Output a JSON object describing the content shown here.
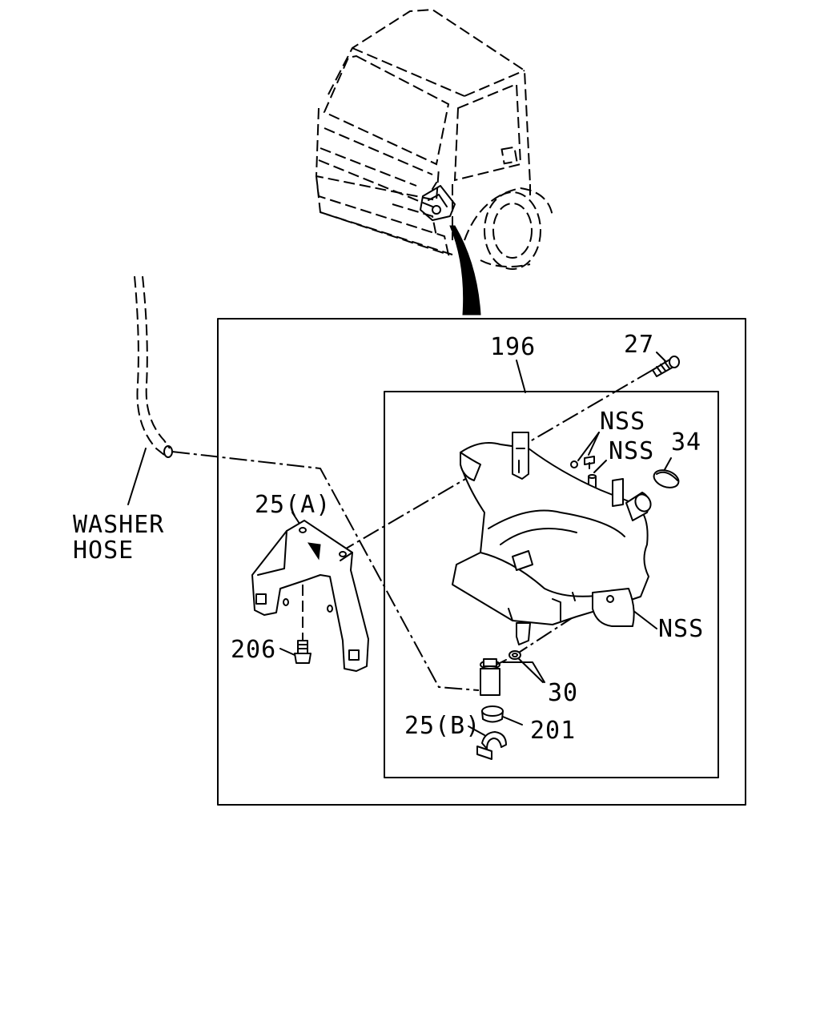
{
  "labels": {
    "washer_hose_line1": "WASHER",
    "washer_hose_line2": "HOSE",
    "part_196": "196",
    "part_27": "27",
    "part_34": "34",
    "nss_1": "NSS",
    "nss_2": "NSS",
    "nss_3": "NSS",
    "part_25a": "25(A)",
    "part_206": "206",
    "part_30": "30",
    "part_201": "201",
    "part_25b": "25(B)"
  }
}
